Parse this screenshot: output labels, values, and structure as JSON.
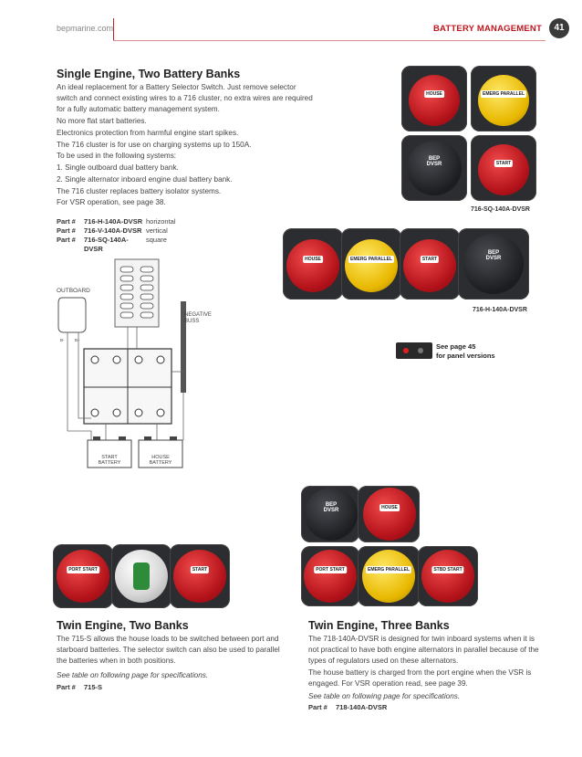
{
  "header": {
    "site": "bepmarine.com",
    "section": "BATTERY MANAGEMENT",
    "page_number": "41"
  },
  "single_engine": {
    "title": "Single Engine, Two Battery Banks",
    "paragraphs": [
      "An ideal replacement for a Battery Selector Switch. Just remove selector switch and connect existing wires to a 716 cluster, no extra wires are required for a fully automatic battery management system.",
      "No more flat start batteries.",
      "Electronics protection from harmful engine start spikes.",
      "The 716 cluster is for use on charging systems up to 150A.",
      "To be used in the following systems:",
      "1. Single outboard dual battery bank.",
      "2. Single alternator inboard engine dual battery bank.",
      "The 716 cluster replaces battery isolator systems.",
      "For VSR operation, see page 38."
    ],
    "parts": [
      {
        "label": "Part #",
        "number": "716-H-140A-DVSR",
        "desc": "horizontal"
      },
      {
        "label": "Part #",
        "number": "716-V-140A-DVSR",
        "desc": "vertical"
      },
      {
        "label": "Part #",
        "number": "716-SQ-140A-DVSR",
        "desc": "square"
      }
    ]
  },
  "diagram": {
    "outboard": "OUTBOARD",
    "negative_buss": "NEGATIVE\nBUSS",
    "start_battery": "START\nBATTERY",
    "house_battery": "HOUSE\nBATTERY",
    "b_minus": "B-",
    "b_plus": "B+"
  },
  "photos": {
    "square_caption": "716-SQ-140A-DVSR",
    "horizontal_caption": "716-H-140A-DVSR",
    "knob_house": "HOUSE",
    "knob_parallel": "EMERG PARALLEL",
    "knob_start": "START",
    "knob_port": "PORT START",
    "knob_stbd": "STBD START",
    "vsr_brand": "BEP",
    "vsr_model": "DVSR"
  },
  "panel_note": {
    "line1": "See page 45",
    "line2": "for panel versions"
  },
  "twin_two": {
    "title": "Twin Engine, Two Banks",
    "body": "The 715-S allows the house loads to be switched between port and starboard batteries. The selector switch can also be used to parallel the batteries when in both positions.",
    "note": "See table on following page for specifications.",
    "part_label": "Part #",
    "part_number": "715-S"
  },
  "twin_three": {
    "title": "Twin Engine, Three Banks",
    "body1": "The 718-140A-DVSR is designed for twin inboard systems when it is not practical to have both engine alternators in parallel because of the types of regulators used on these alternators.",
    "body2": "The house battery is charged from the port engine when the VSR is engaged. For VSR operation read, see page 39.",
    "note": "See table on following page for specifications.",
    "part_label": "Part #",
    "part_number": "718-140A-DVSR"
  }
}
